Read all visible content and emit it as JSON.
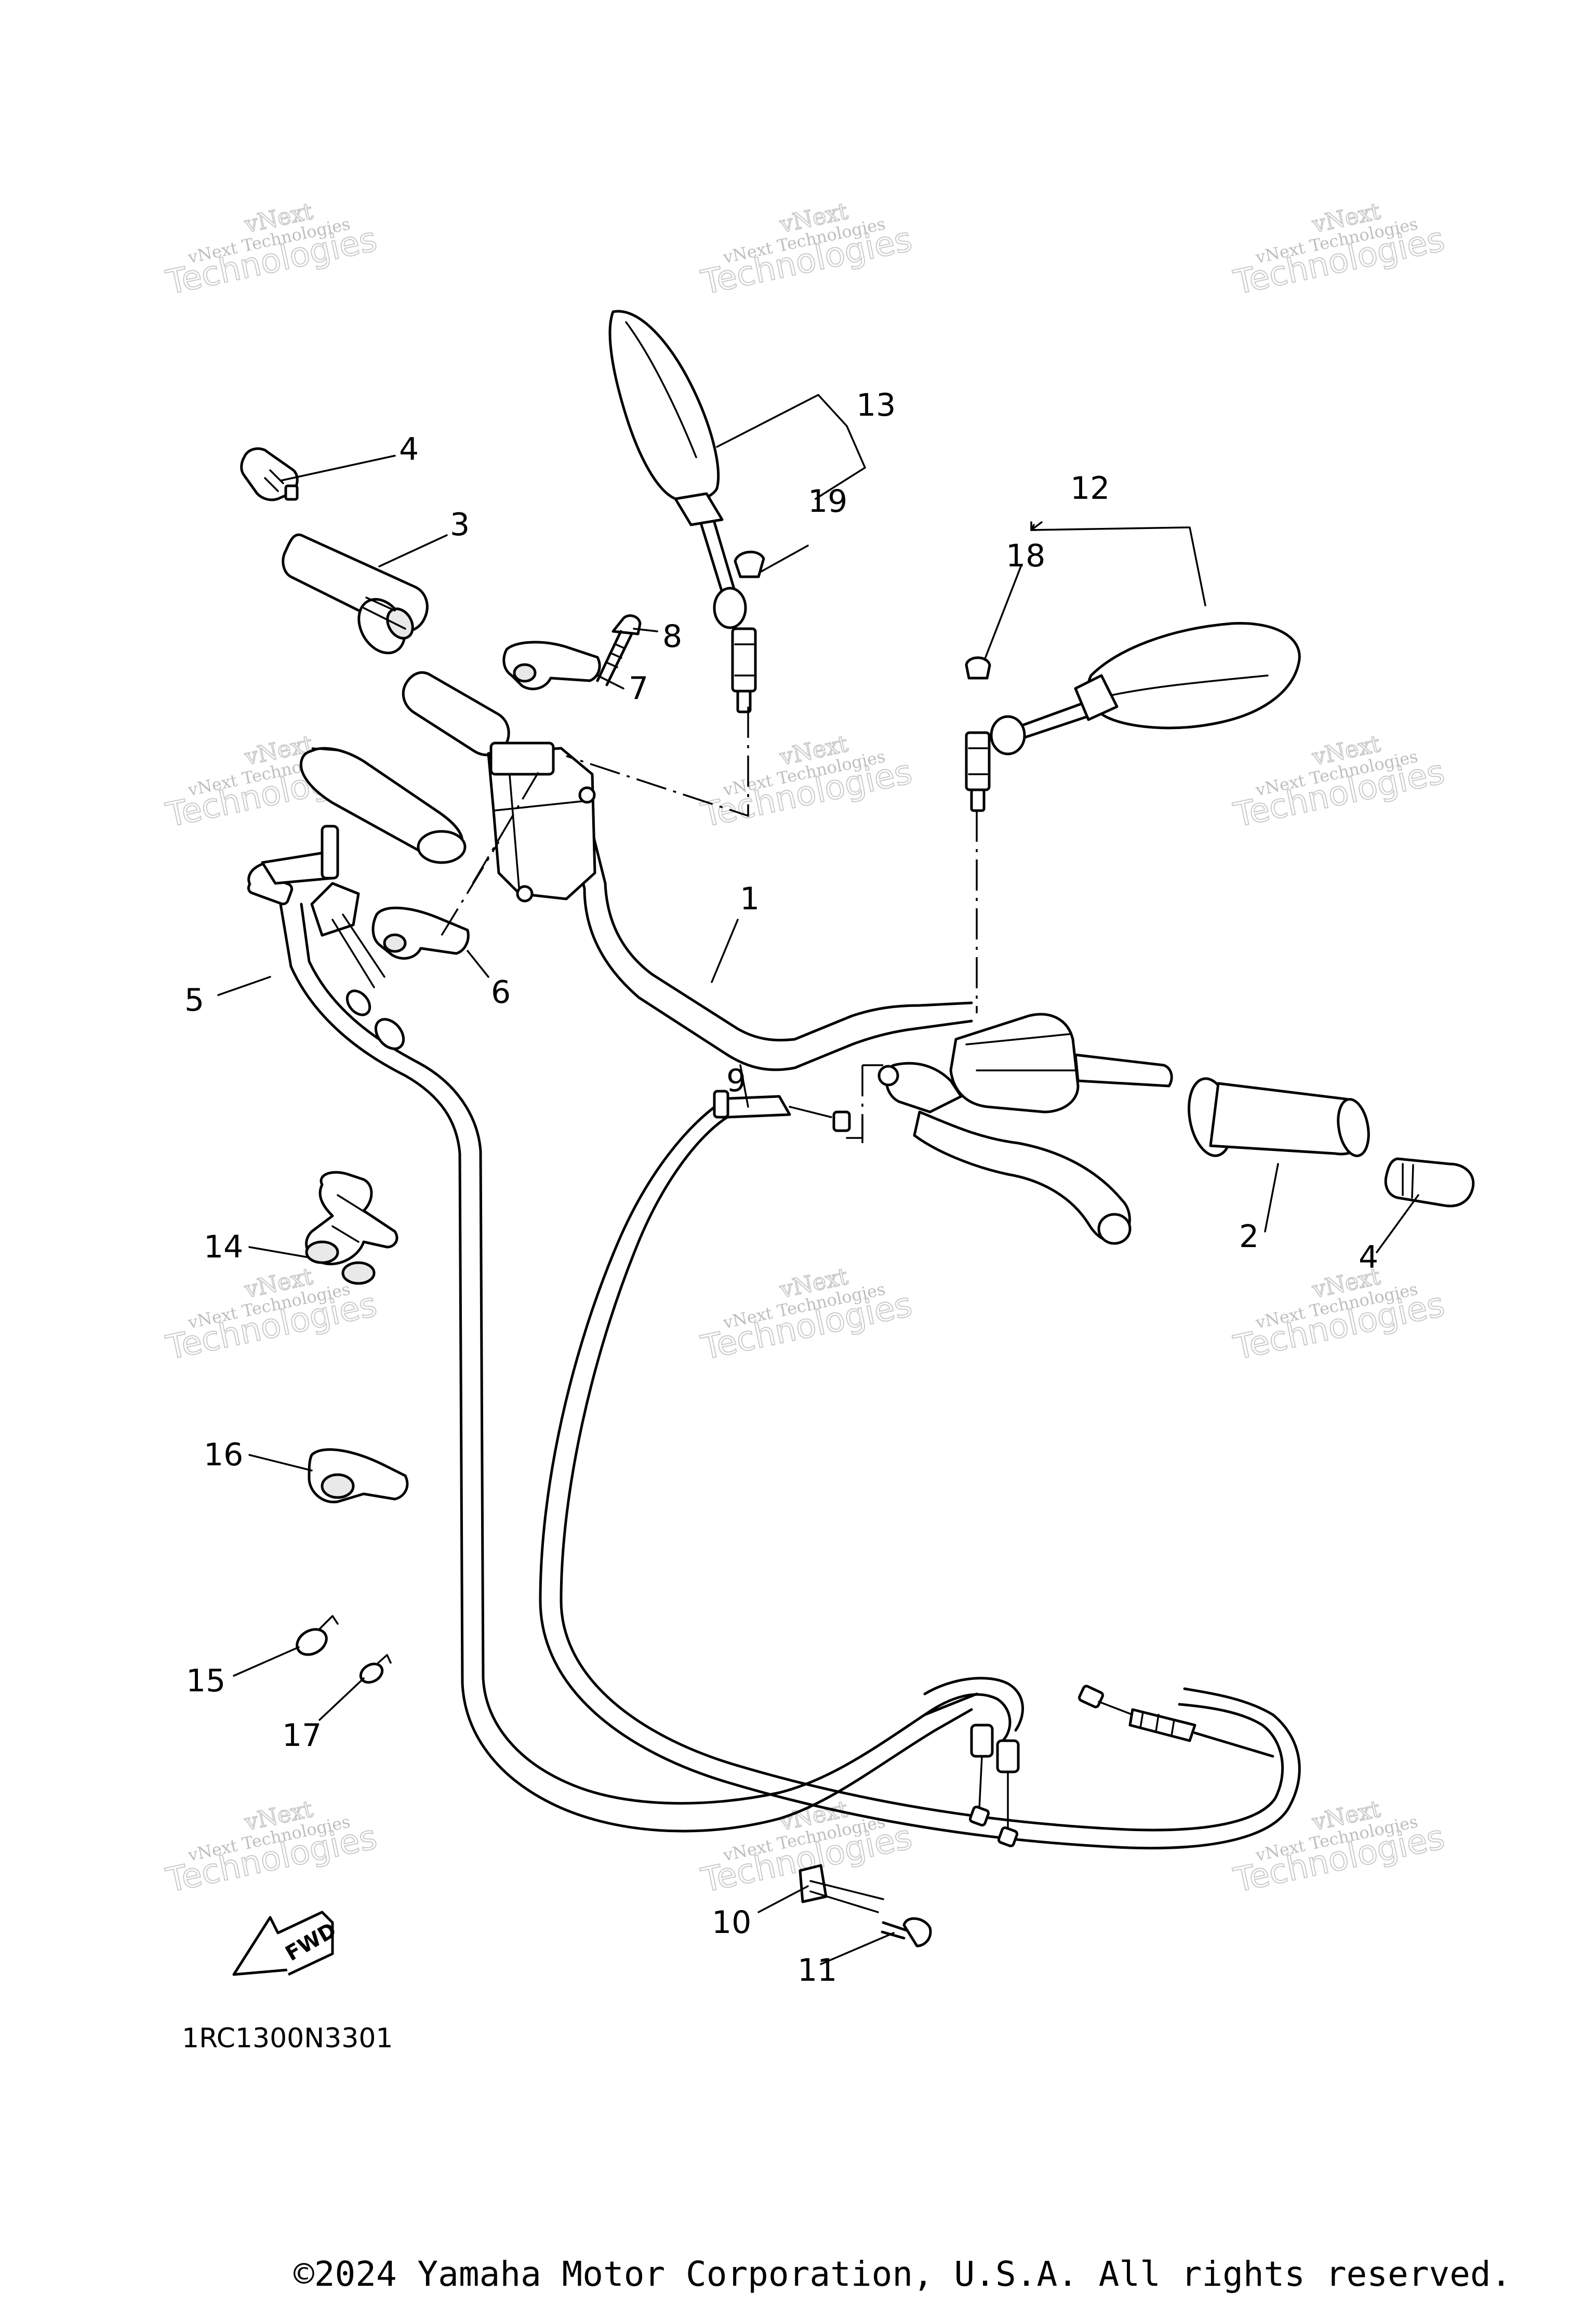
{
  "diagram": {
    "callouts": [
      {
        "id": "c1",
        "text": "1"
      },
      {
        "id": "c2",
        "text": "2"
      },
      {
        "id": "c3",
        "text": "3"
      },
      {
        "id": "c4a",
        "text": "4"
      },
      {
        "id": "c4b",
        "text": "4"
      },
      {
        "id": "c5",
        "text": "5"
      },
      {
        "id": "c6",
        "text": "6"
      },
      {
        "id": "c7",
        "text": "7"
      },
      {
        "id": "c8",
        "text": "8"
      },
      {
        "id": "c9",
        "text": "9"
      },
      {
        "id": "c10",
        "text": "10"
      },
      {
        "id": "c11",
        "text": "11"
      },
      {
        "id": "c12",
        "text": "12"
      },
      {
        "id": "c13",
        "text": "13"
      },
      {
        "id": "c14",
        "text": "14"
      },
      {
        "id": "c15",
        "text": "15"
      },
      {
        "id": "c16",
        "text": "16"
      },
      {
        "id": "c17",
        "text": "17"
      },
      {
        "id": "c18",
        "text": "18"
      },
      {
        "id": "c19",
        "text": "19"
      }
    ],
    "watermark": {
      "line1": "vNext",
      "line2": "vNext Technologies",
      "line3": "Technologies"
    },
    "fwd_label": "FWD",
    "diagram_code": "1RC1300N3301"
  },
  "footer": {
    "copyright": "©2024 Yamaha Motor Corporation, U.S.A. All rights reserved."
  }
}
